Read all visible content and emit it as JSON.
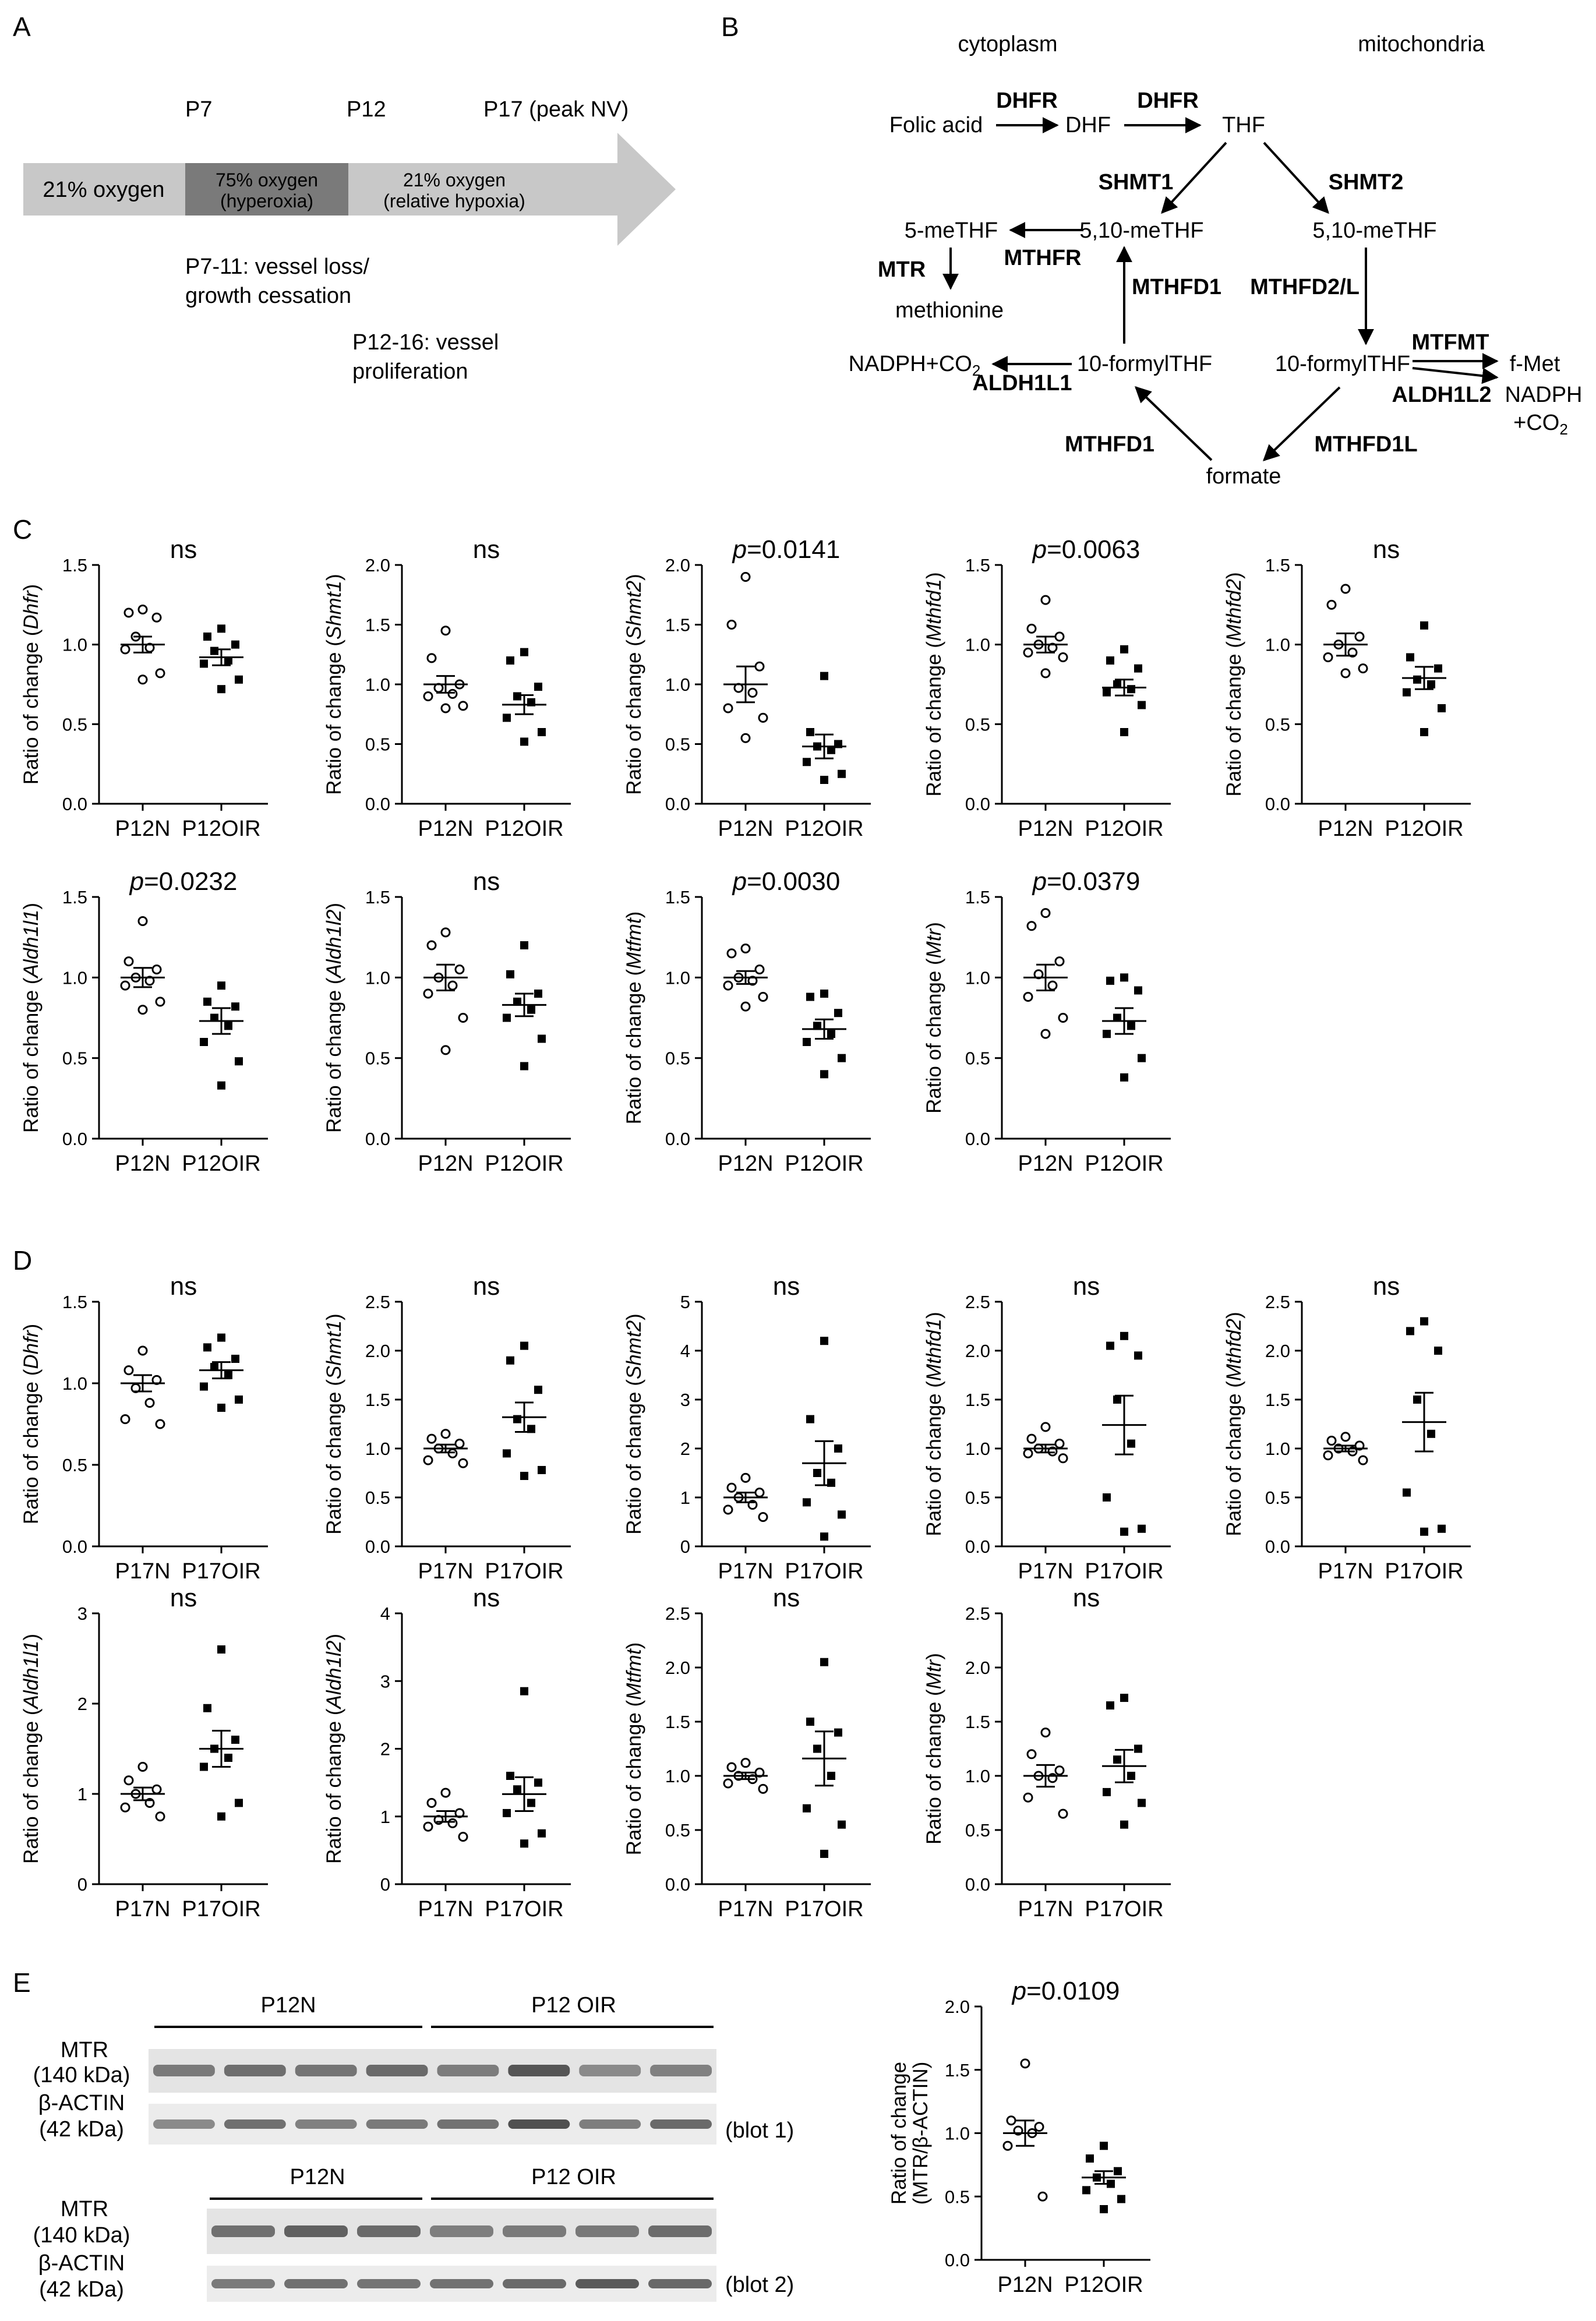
{
  "panels": {
    "A": {
      "label": "A",
      "timepoints": [
        "P7",
        "P12",
        "P17 (peak NV)"
      ],
      "segments": [
        {
          "line1": "21% oxygen",
          "line2": ""
        },
        {
          "line1": "75% oxygen",
          "line2": "(hyperoxia)"
        },
        {
          "line1": "21% oxygen",
          "line2": "(relative hypoxia)"
        }
      ],
      "notes": [
        {
          "line1": "P7-11: vessel loss/",
          "line2": "growth cessation"
        },
        {
          "line1": "P12-16: vessel",
          "line2": "proliferation"
        }
      ]
    },
    "B": {
      "label": "B",
      "compartments": [
        "cytoplasm",
        "mitochondria"
      ],
      "metabolites": {
        "folic_acid": "Folic acid",
        "dhf": "DHF",
        "thf": "THF",
        "metthf_cyt": "5,10-meTHF",
        "metthf_mito": "5,10-meTHF",
        "methylthf": "5-meTHF",
        "methionine": "methionine",
        "nadph_cyt": "NADPH+CO",
        "nadph_cyt_sub": "2",
        "formylthf_cyt": "10-formylTHF",
        "formylthf_mito": "10-formylTHF",
        "fmet": "f-Met",
        "nadph_mito": "NADPH",
        "co2_mito": "+CO",
        "co2_mito_sub": "2",
        "formate": "formate"
      },
      "enzymes": {
        "dhfr1": "DHFR",
        "dhfr2": "DHFR",
        "shmt1": "SHMT1",
        "shmt2": "SHMT2",
        "mthfr": "MTHFR",
        "mtr": "MTR",
        "mthfd1_up": "MTHFD1",
        "mthfd2l": "MTHFD2/L",
        "mtfmt": "MTFMT",
        "aldh1l1": "ALDH1L1",
        "aldh1l2": "ALDH1L2",
        "mthfd1_low": "MTHFD1",
        "mthfd1l": "MTHFD1L"
      }
    },
    "C": {
      "label": "C"
    },
    "D": {
      "label": "D"
    },
    "E": {
      "label": "E",
      "blot1": {
        "groups": [
          "P12N",
          "P12 OIR"
        ],
        "rows": [
          {
            "name": "MTR",
            "size": "(140 kDa)"
          },
          {
            "name": "β-ACTIN",
            "size": "(42 kDa)"
          }
        ],
        "tag": "(blot 1)"
      },
      "blot2": {
        "groups": [
          "P12N",
          "P12 OIR"
        ],
        "rows": [
          {
            "name": "MTR",
            "size": "(140 kDa)"
          },
          {
            "name": "β-ACTIN",
            "size": "(42 kDa)"
          }
        ],
        "tag": "(blot 2)"
      }
    }
  },
  "chart_data": [
    {
      "panel": "C",
      "type": "scatter",
      "title": "ns",
      "ylabel": "Ratio of change (Dhfr)",
      "gene": "Dhfr",
      "categories": [
        "P12N",
        "P12OIR"
      ],
      "ylim": [
        0,
        1.5
      ],
      "yticks": [
        "0.0",
        "0.5",
        "1.0",
        "1.5"
      ],
      "series": [
        {
          "name": "P12N",
          "values": [
            1.22,
            1.2,
            1.17,
            1.05,
            0.98,
            0.97,
            0.82,
            0.78
          ],
          "mean": 1.0,
          "sem": 0.05
        },
        {
          "name": "P12OIR",
          "values": [
            1.1,
            1.05,
            1.0,
            0.96,
            0.9,
            0.88,
            0.78,
            0.72
          ],
          "mean": 0.92,
          "sem": 0.05
        }
      ]
    },
    {
      "panel": "C",
      "type": "scatter",
      "title": "ns",
      "ylabel": "Ratio of change (Shmt1)",
      "gene": "Shmt1",
      "categories": [
        "P12N",
        "P12OIR"
      ],
      "ylim": [
        0,
        2.0
      ],
      "yticks": [
        "0.0",
        "0.5",
        "1.0",
        "1.5",
        "2.0"
      ],
      "series": [
        {
          "name": "P12N",
          "values": [
            1.45,
            1.22,
            1.0,
            0.97,
            0.92,
            0.9,
            0.82,
            0.8
          ],
          "mean": 1.0,
          "sem": 0.07
        },
        {
          "name": "P12OIR",
          "values": [
            1.27,
            1.2,
            0.98,
            0.9,
            0.85,
            0.72,
            0.6,
            0.52
          ],
          "mean": 0.83,
          "sem": 0.08
        }
      ]
    },
    {
      "panel": "C",
      "type": "scatter",
      "title": "p=0.0141",
      "ylabel": "Ratio of change (Shmt2)",
      "gene": "Shmt2",
      "categories": [
        "P12N",
        "P12OIR"
      ],
      "ylim": [
        0,
        2.0
      ],
      "yticks": [
        "0.0",
        "0.5",
        "1.0",
        "1.5",
        "2.0"
      ],
      "series": [
        {
          "name": "P12N",
          "values": [
            1.9,
            1.5,
            1.15,
            0.97,
            0.93,
            0.8,
            0.72,
            0.55
          ],
          "mean": 1.0,
          "sem": 0.15
        },
        {
          "name": "P12OIR",
          "values": [
            1.07,
            0.6,
            0.5,
            0.48,
            0.45,
            0.35,
            0.25,
            0.2
          ],
          "mean": 0.48,
          "sem": 0.1
        }
      ]
    },
    {
      "panel": "C",
      "type": "scatter",
      "title": "p=0.0063",
      "ylabel": "Ratio of change (Mthfd1)",
      "gene": "Mthfd1",
      "categories": [
        "P12N",
        "P12OIR"
      ],
      "ylim": [
        0,
        1.5
      ],
      "yticks": [
        "0.0",
        "0.5",
        "1.0",
        "1.5"
      ],
      "series": [
        {
          "name": "P12N",
          "values": [
            1.28,
            1.1,
            1.05,
            1.0,
            0.98,
            0.95,
            0.92,
            0.82
          ],
          "mean": 1.0,
          "sem": 0.05
        },
        {
          "name": "P12OIR",
          "values": [
            0.97,
            0.9,
            0.85,
            0.75,
            0.72,
            0.7,
            0.62,
            0.45
          ],
          "mean": 0.73,
          "sem": 0.05
        }
      ]
    },
    {
      "panel": "C",
      "type": "scatter",
      "title": "ns",
      "ylabel": "Ratio of change (Mthfd2)",
      "gene": "Mthfd2",
      "categories": [
        "P12N",
        "P12OIR"
      ],
      "ylim": [
        0,
        1.5
      ],
      "yticks": [
        "0.0",
        "0.5",
        "1.0",
        "1.5"
      ],
      "series": [
        {
          "name": "P12N",
          "values": [
            1.35,
            1.25,
            1.05,
            1.0,
            0.95,
            0.92,
            0.85,
            0.82
          ],
          "mean": 1.0,
          "sem": 0.07
        },
        {
          "name": "P12OIR",
          "values": [
            1.12,
            0.92,
            0.85,
            0.78,
            0.75,
            0.7,
            0.6,
            0.45
          ],
          "mean": 0.79,
          "sem": 0.07
        }
      ]
    },
    {
      "panel": "C",
      "type": "scatter",
      "title": "p=0.0232",
      "ylabel": "Ratio of change (Aldh1l1)",
      "gene": "Aldh1l1",
      "categories": [
        "P12N",
        "P12OIR"
      ],
      "ylim": [
        0,
        1.5
      ],
      "yticks": [
        "0.0",
        "0.5",
        "1.0",
        "1.5"
      ],
      "series": [
        {
          "name": "P12N",
          "values": [
            1.35,
            1.1,
            1.05,
            1.0,
            0.98,
            0.95,
            0.85,
            0.8
          ],
          "mean": 1.0,
          "sem": 0.06
        },
        {
          "name": "P12OIR",
          "values": [
            0.95,
            0.85,
            0.82,
            0.75,
            0.7,
            0.6,
            0.48,
            0.33
          ],
          "mean": 0.73,
          "sem": 0.08
        }
      ]
    },
    {
      "panel": "C",
      "type": "scatter",
      "title": "ns",
      "ylabel": "Ratio of change (Aldh1l2)",
      "gene": "Aldh1l2",
      "categories": [
        "P12N",
        "P12OIR"
      ],
      "ylim": [
        0,
        1.5
      ],
      "yticks": [
        "0.0",
        "0.5",
        "1.0",
        "1.5"
      ],
      "series": [
        {
          "name": "P12N",
          "values": [
            1.28,
            1.2,
            1.05,
            1.0,
            0.95,
            0.9,
            0.75,
            0.55
          ],
          "mean": 1.0,
          "sem": 0.08
        },
        {
          "name": "P12OIR",
          "values": [
            1.2,
            1.02,
            0.9,
            0.85,
            0.8,
            0.75,
            0.62,
            0.45
          ],
          "mean": 0.83,
          "sem": 0.07
        }
      ]
    },
    {
      "panel": "C",
      "type": "scatter",
      "title": "p=0.0030",
      "ylabel": "Ratio of change (Mtfmt)",
      "gene": "Mtfmt",
      "categories": [
        "P12N",
        "P12OIR"
      ],
      "ylim": [
        0,
        1.5
      ],
      "yticks": [
        "0.0",
        "0.5",
        "1.0",
        "1.5"
      ],
      "series": [
        {
          "name": "P12N",
          "values": [
            1.18,
            1.15,
            1.05,
            1.0,
            0.98,
            0.95,
            0.88,
            0.82
          ],
          "mean": 1.0,
          "sem": 0.04
        },
        {
          "name": "P12OIR",
          "values": [
            0.9,
            0.88,
            0.78,
            0.7,
            0.65,
            0.6,
            0.5,
            0.4
          ],
          "mean": 0.68,
          "sem": 0.06
        }
      ]
    },
    {
      "panel": "C",
      "type": "scatter",
      "title": "p=0.0379",
      "ylabel": "Ratio of change (Mtr)",
      "gene": "Mtr",
      "categories": [
        "P12N",
        "P12OIR"
      ],
      "ylim": [
        0,
        1.5
      ],
      "yticks": [
        "0.0",
        "0.5",
        "1.0",
        "1.5"
      ],
      "series": [
        {
          "name": "P12N",
          "values": [
            1.4,
            1.32,
            1.1,
            1.02,
            0.95,
            0.88,
            0.75,
            0.65
          ],
          "mean": 1.0,
          "sem": 0.08
        },
        {
          "name": "P12OIR",
          "values": [
            1.0,
            0.98,
            0.92,
            0.75,
            0.7,
            0.65,
            0.5,
            0.38
          ],
          "mean": 0.73,
          "sem": 0.08
        }
      ]
    },
    {
      "panel": "D",
      "type": "scatter",
      "title": "ns",
      "ylabel": "Ratio of change (Dhfr)",
      "gene": "Dhfr",
      "categories": [
        "P17N",
        "P17OIR"
      ],
      "ylim": [
        0,
        1.5
      ],
      "yticks": [
        "0.0",
        "0.5",
        "1.0",
        "1.5"
      ],
      "series": [
        {
          "name": "P17N",
          "values": [
            1.2,
            1.08,
            1.02,
            0.97,
            0.88,
            0.78,
            0.75
          ],
          "mean": 1.0,
          "sem": 0.05
        },
        {
          "name": "P17OIR",
          "values": [
            1.28,
            1.22,
            1.15,
            1.1,
            1.05,
            0.98,
            0.9,
            0.85
          ],
          "mean": 1.08,
          "sem": 0.05
        }
      ]
    },
    {
      "panel": "D",
      "type": "scatter",
      "title": "ns",
      "ylabel": "Ratio of change (Shmt1)",
      "gene": "Shmt1",
      "categories": [
        "P17N",
        "P17OIR"
      ],
      "ylim": [
        0,
        2.5
      ],
      "yticks": [
        "0.0",
        "0.5",
        "1.0",
        "1.5",
        "2.0",
        "2.5"
      ],
      "series": [
        {
          "name": "P17N",
          "values": [
            1.15,
            1.1,
            1.05,
            1.0,
            0.95,
            0.88,
            0.85
          ],
          "mean": 1.0,
          "sem": 0.04
        },
        {
          "name": "P17OIR",
          "values": [
            2.05,
            1.9,
            1.6,
            1.3,
            1.2,
            0.95,
            0.78,
            0.72
          ],
          "mean": 1.32,
          "sem": 0.15
        }
      ]
    },
    {
      "panel": "D",
      "type": "scatter",
      "title": "ns",
      "ylabel": "Ratio of change (Shmt2)",
      "gene": "Shmt2",
      "categories": [
        "P17N",
        "P17OIR"
      ],
      "ylim": [
        0,
        5
      ],
      "yticks": [
        "0",
        "1",
        "2",
        "3",
        "4",
        "5"
      ],
      "series": [
        {
          "name": "P17N",
          "values": [
            1.4,
            1.2,
            1.1,
            1.0,
            0.85,
            0.75,
            0.6
          ],
          "mean": 1.0,
          "sem": 0.1
        },
        {
          "name": "P17OIR",
          "values": [
            4.2,
            2.6,
            2.0,
            1.5,
            1.3,
            0.9,
            0.65,
            0.2
          ],
          "mean": 1.7,
          "sem": 0.45
        }
      ]
    },
    {
      "panel": "D",
      "type": "scatter",
      "title": "ns",
      "ylabel": "Ratio of change (Mthfd1)",
      "gene": "Mthfd1",
      "categories": [
        "P17N",
        "P17OIR"
      ],
      "ylim": [
        0,
        2.5
      ],
      "yticks": [
        "0.0",
        "0.5",
        "1.0",
        "1.5",
        "2.0",
        "2.5"
      ],
      "series": [
        {
          "name": "P17N",
          "values": [
            1.22,
            1.1,
            1.05,
            1.0,
            0.97,
            0.95,
            0.9
          ],
          "mean": 1.0,
          "sem": 0.04
        },
        {
          "name": "P17OIR",
          "values": [
            2.15,
            2.05,
            1.95,
            1.5,
            1.05,
            0.5,
            0.18,
            0.15
          ],
          "mean": 1.24,
          "sem": 0.3
        }
      ]
    },
    {
      "panel": "D",
      "type": "scatter",
      "title": "ns",
      "ylabel": "Ratio of change (Mthfd2)",
      "gene": "Mthfd2",
      "categories": [
        "P17N",
        "P17OIR"
      ],
      "ylim": [
        0,
        2.5
      ],
      "yticks": [
        "0.0",
        "0.5",
        "1.0",
        "1.5",
        "2.0",
        "2.5"
      ],
      "series": [
        {
          "name": "P17N",
          "values": [
            1.12,
            1.08,
            1.03,
            1.0,
            0.97,
            0.93,
            0.88
          ],
          "mean": 1.0,
          "sem": 0.03
        },
        {
          "name": "P17OIR",
          "values": [
            2.3,
            2.2,
            2.0,
            1.5,
            1.15,
            0.55,
            0.18,
            0.15
          ],
          "mean": 1.27,
          "sem": 0.3
        }
      ]
    },
    {
      "panel": "D",
      "type": "scatter",
      "title": "ns",
      "ylabel": "Ratio of change (Aldh1l1)",
      "gene": "Aldh1l1",
      "categories": [
        "P17N",
        "P17OIR"
      ],
      "ylim": [
        0,
        3
      ],
      "yticks": [
        "0",
        "1",
        "2",
        "3"
      ],
      "series": [
        {
          "name": "P17N",
          "values": [
            1.3,
            1.15,
            1.05,
            1.0,
            0.9,
            0.85,
            0.75
          ],
          "mean": 1.0,
          "sem": 0.07
        },
        {
          "name": "P17OIR",
          "values": [
            2.6,
            1.95,
            1.6,
            1.5,
            1.4,
            1.3,
            0.9,
            0.75
          ],
          "mean": 1.5,
          "sem": 0.2
        }
      ]
    },
    {
      "panel": "D",
      "type": "scatter",
      "title": "ns",
      "ylabel": "Ratio of change (Aldh1l2)",
      "gene": "Aldh1l2",
      "categories": [
        "P17N",
        "P17OIR"
      ],
      "ylim": [
        0,
        4
      ],
      "yticks": [
        "0",
        "1",
        "2",
        "3",
        "4"
      ],
      "series": [
        {
          "name": "P17N",
          "values": [
            1.35,
            1.2,
            1.05,
            0.95,
            0.9,
            0.85,
            0.7
          ],
          "mean": 1.0,
          "sem": 0.08
        },
        {
          "name": "P17OIR",
          "values": [
            2.85,
            1.6,
            1.5,
            1.4,
            1.2,
            1.05,
            0.75,
            0.6
          ],
          "mean": 1.33,
          "sem": 0.25
        }
      ]
    },
    {
      "panel": "D",
      "type": "scatter",
      "title": "ns",
      "ylabel": "Ratio of change (Mtfmt)",
      "gene": "Mtfmt",
      "categories": [
        "P17N",
        "P17OIR"
      ],
      "ylim": [
        0,
        2.5
      ],
      "yticks": [
        "0.0",
        "0.5",
        "1.0",
        "1.5",
        "2.0",
        "2.5"
      ],
      "series": [
        {
          "name": "P17N",
          "values": [
            1.12,
            1.08,
            1.03,
            1.0,
            0.97,
            0.93,
            0.88
          ],
          "mean": 1.0,
          "sem": 0.03
        },
        {
          "name": "P17OIR",
          "values": [
            2.05,
            1.5,
            1.4,
            1.25,
            1.0,
            0.7,
            0.55,
            0.28
          ],
          "mean": 1.16,
          "sem": 0.25
        }
      ]
    },
    {
      "panel": "D",
      "type": "scatter",
      "title": "ns",
      "ylabel": "Ratio of change (Mtr)",
      "gene": "Mtr",
      "categories": [
        "P17N",
        "P17OIR"
      ],
      "ylim": [
        0,
        2.5
      ],
      "yticks": [
        "0.0",
        "0.5",
        "1.0",
        "1.5",
        "2.0",
        "2.5"
      ],
      "series": [
        {
          "name": "P17N",
          "values": [
            1.4,
            1.2,
            1.05,
            1.0,
            0.98,
            0.8,
            0.65
          ],
          "mean": 1.0,
          "sem": 0.1
        },
        {
          "name": "P17OIR",
          "values": [
            1.72,
            1.65,
            1.25,
            1.15,
            1.0,
            0.85,
            0.75,
            0.55
          ],
          "mean": 1.09,
          "sem": 0.15
        }
      ]
    },
    {
      "panel": "E",
      "type": "scatter",
      "title": "p=0.0109",
      "ylabel": "Ratio of change",
      "ylabel2": "(MTR/β-ACTIN)",
      "categories": [
        "P12N",
        "P12OIR"
      ],
      "ylim": [
        0,
        2.0
      ],
      "yticks": [
        "0.0",
        "0.5",
        "1.0",
        "1.5",
        "2.0"
      ],
      "series": [
        {
          "name": "P12N",
          "values": [
            1.55,
            1.1,
            1.05,
            1.02,
            1.0,
            0.9,
            0.5
          ],
          "mean": 1.0,
          "sem": 0.1
        },
        {
          "name": "P12OIR",
          "values": [
            0.9,
            0.8,
            0.7,
            0.65,
            0.6,
            0.55,
            0.48,
            0.4
          ],
          "mean": 0.65,
          "sem": 0.05
        }
      ]
    }
  ]
}
